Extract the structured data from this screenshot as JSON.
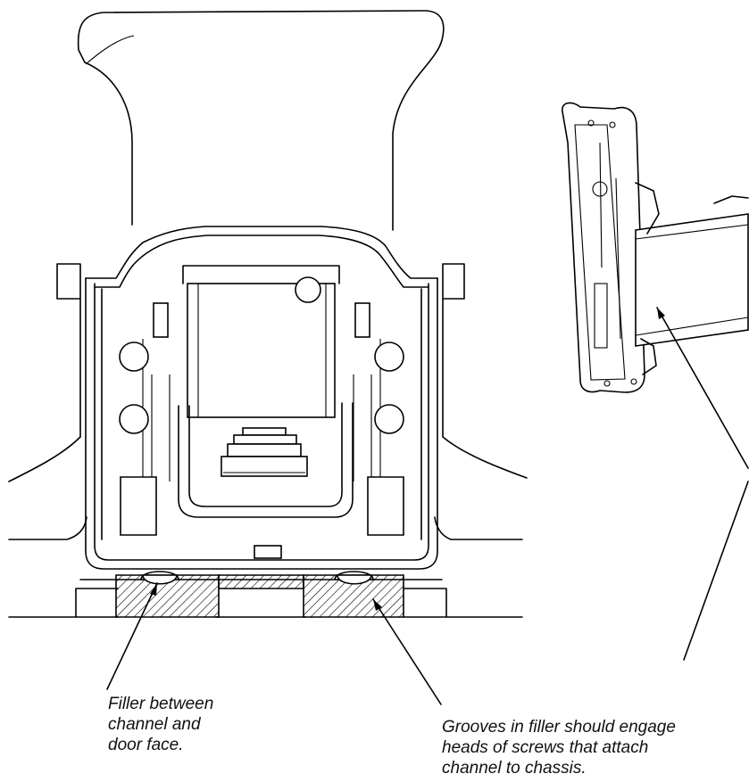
{
  "callouts": {
    "filler": {
      "lines": [
        "Filler between",
        "channel and",
        "door face."
      ]
    },
    "grooves": {
      "lines": [
        "Grooves in filler should engage",
        "heads of screws that attach",
        "channel to chassis."
      ]
    }
  }
}
